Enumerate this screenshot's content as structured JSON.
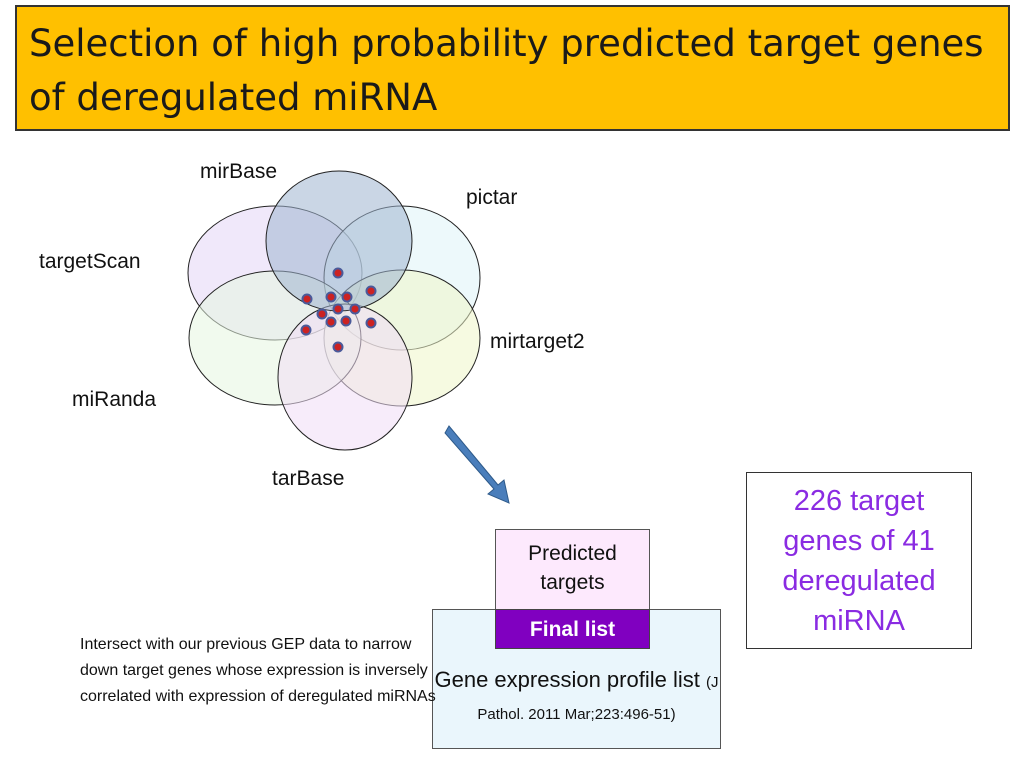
{
  "title": "Selection of high probability predicted target genes of deregulated miRNA",
  "venn": {
    "labels": {
      "mirbase": "mirBase",
      "pictar": "pictar",
      "targetscan": "targetScan",
      "mirtarget2": "mirtarget2",
      "miranda": "miRanda",
      "tarbase": "tarBase"
    },
    "colors": {
      "mirbase": "#9fb4cf",
      "pictar": "#dff4f8",
      "targetscan": "#e3d6f5",
      "mirtarget2": "#eef6c8",
      "miranda": "#e6f5e0",
      "tarbase": "#f1dcf5",
      "dot": "#cc2222",
      "dot_outline": "#4a5a9a",
      "arrow": "#4a7ebb"
    }
  },
  "result": {
    "text": "226 target genes of 41 deregulated miRNA"
  },
  "boxes": {
    "predicted": "Predicted targets",
    "final": "Final list",
    "gep_main": "Gene expression profile list",
    "gep_ref": "(J Pathol. 2011 Mar;223:496-51)"
  },
  "note": "Intersect with our previous GEP data to narrow down target genes whose expression is inversely correlated with expression of deregulated miRNAs"
}
